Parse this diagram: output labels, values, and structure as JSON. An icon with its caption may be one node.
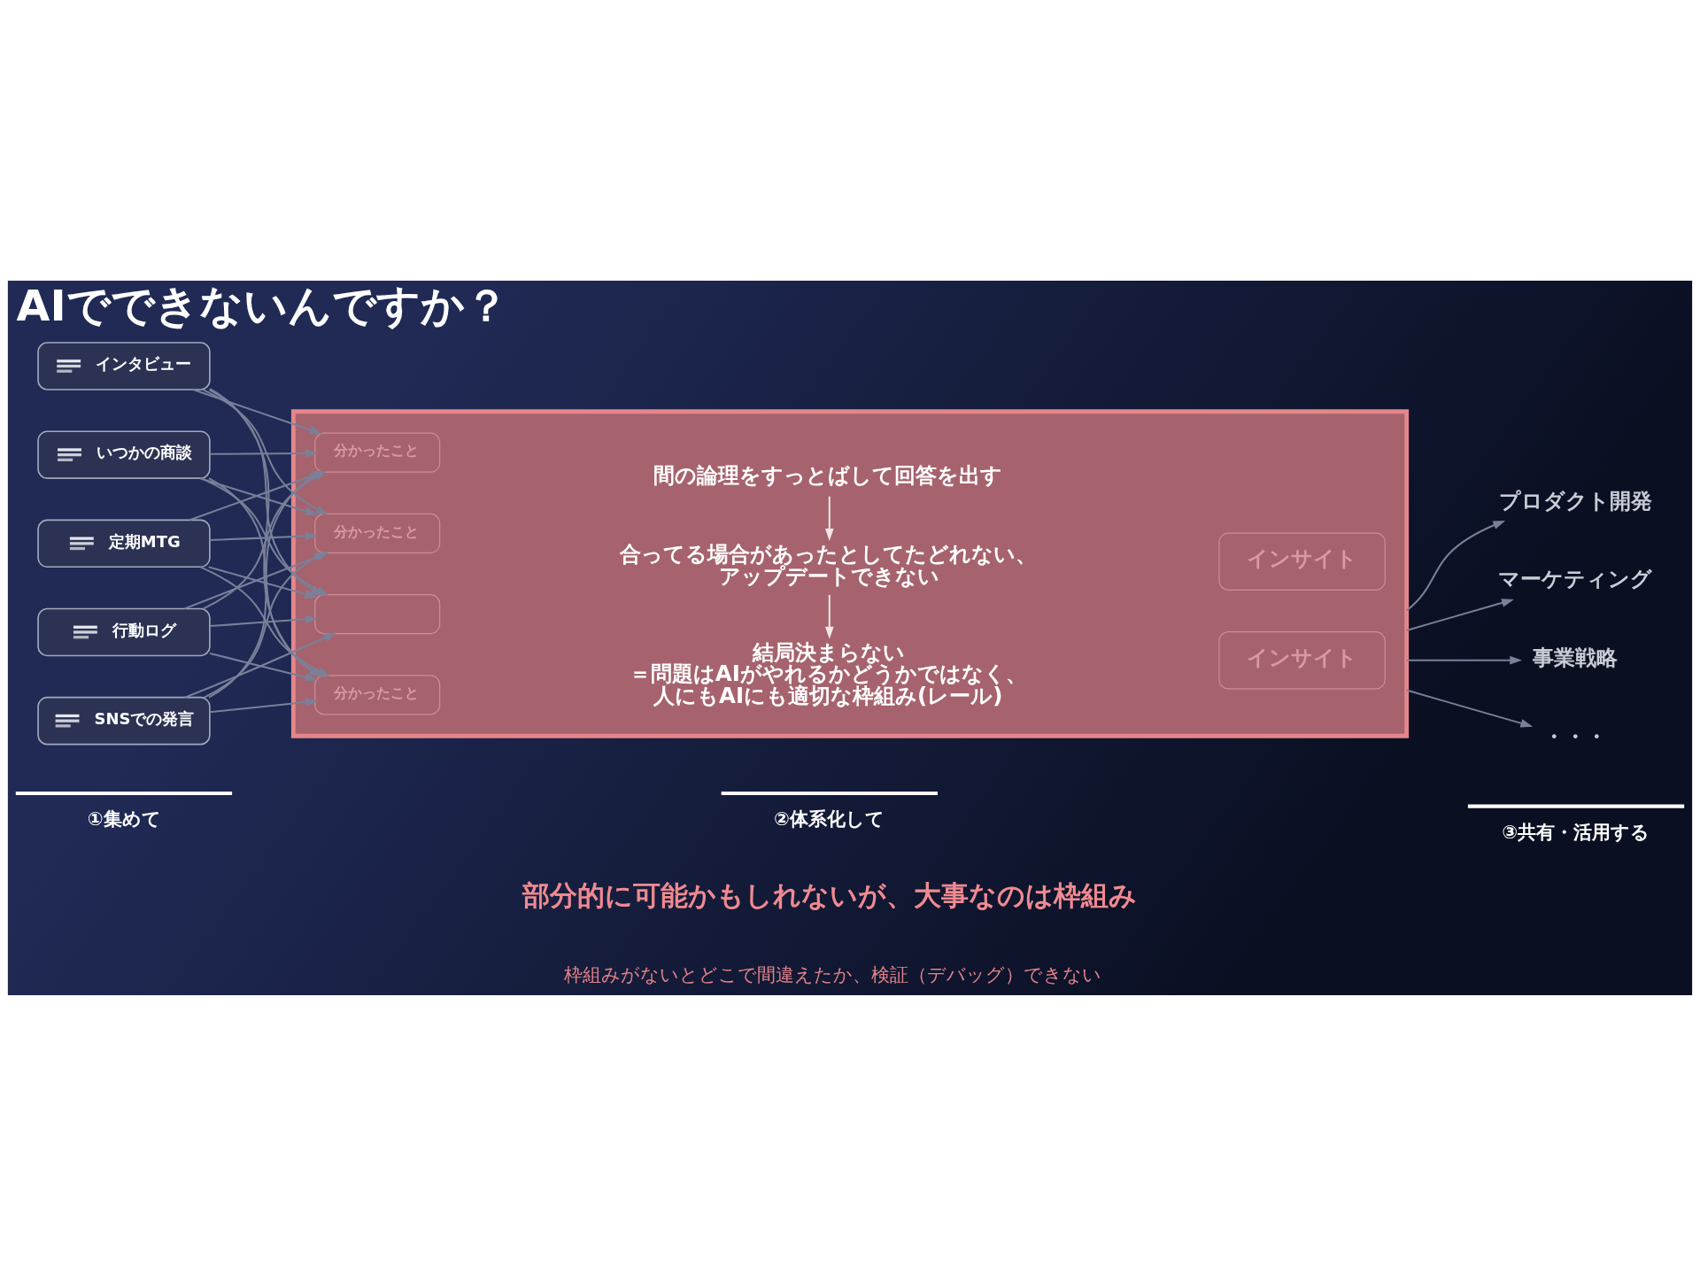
{
  "diagram": {
    "title": "AIでできないんですか？",
    "nodes": [
      {
        "text": [
          "インタビュー"
        ]
      },
      {
        "text": [
          "いつかの商談"
        ]
      },
      {
        "text": [
          "定期MTG"
        ]
      },
      {
        "text": [
          "行動ログ"
        ]
      },
      {
        "text": [
          "SNSでの発言"
        ]
      },
      {
        "text": [],
        "shape": "box"
      },
      {
        "text": [
          "間の論理をすっとばして回答を出す"
        ],
        "in": 5
      },
      {
        "text": [
          "合ってる場合があったとしてたどれない、アップデートできない"
        ],
        "in": 5
      },
      {
        "text": [
          "結局決まらない",
          "＝問題はAIがやれるかどうかではなく、人にもAIにも適切な枠組み(レール)"
        ],
        "in": 5
      },
      {
        "text": [],
        "shape": "box",
        "in": 5
      },
      {
        "text": [
          "分かったこと"
        ],
        "in": 5
      },
      {
        "text": [
          "分かったこと"
        ],
        "in": 5
      },
      {
        "text": [
          "分かったこと"
        ],
        "in": 5
      },
      {
        "text": [
          "インサイト"
        ],
        "in": 5
      },
      {
        "text": [
          "インサイト"
        ],
        "in": 5
      },
      {
        "text": [
          "プロダクト開発"
        ]
      },
      {
        "text": [
          "マーケティング"
        ]
      },
      {
        "text": [
          "事業戦略"
        ]
      },
      {
        "text": [
          "・・・"
        ]
      }
    ],
    "edges": [
      {
        "from": 0,
        "to": 9,
        "arrow": "to"
      },
      {
        "from": 0,
        "to": 10,
        "arrow": "to"
      },
      {
        "from": 0,
        "to": 11,
        "arrow": "to"
      },
      {
        "from": 0,
        "to": 12,
        "arrow": "to"
      },
      {
        "from": 1,
        "to": 9,
        "arrow": "to"
      },
      {
        "from": 1,
        "to": 10,
        "arrow": "to"
      },
      {
        "from": 1,
        "to": 11,
        "arrow": "to"
      },
      {
        "from": 1,
        "to": 12,
        "arrow": "to"
      },
      {
        "from": 2,
        "to": 9,
        "arrow": "to"
      },
      {
        "from": 2,
        "to": 10,
        "arrow": "to"
      },
      {
        "from": 2,
        "to": 11,
        "arrow": "to"
      },
      {
        "from": 2,
        "to": 12,
        "arrow": "to"
      },
      {
        "from": 3,
        "to": 9,
        "arrow": "to"
      },
      {
        "from": 3,
        "to": 10,
        "arrow": "to"
      },
      {
        "from": 3,
        "to": 11,
        "arrow": "to"
      },
      {
        "from": 3,
        "to": 12,
        "arrow": "to"
      },
      {
        "from": 4,
        "to": 9,
        "arrow": "to"
      },
      {
        "from": 4,
        "to": 10,
        "arrow": "to"
      },
      {
        "from": 4,
        "to": 11,
        "arrow": "to"
      },
      {
        "from": 4,
        "to": 12,
        "arrow": "to"
      },
      {
        "from": 6,
        "to": 7,
        "arrow": "to",
        "color": "#f3e6e8"
      },
      {
        "from": 7,
        "to": 8,
        "arrow": "to",
        "color": "#f3e6e8"
      },
      {
        "from": 5,
        "to": 15,
        "arrow": "to"
      },
      {
        "from": 5,
        "to": 16,
        "arrow": "to"
      },
      {
        "from": 5,
        "to": 17,
        "arrow": "to"
      },
      {
        "from": 5,
        "to": 18,
        "arrow": "to"
      }
    ],
    "labels": [
      "①集めて",
      "②体系化して",
      "③共有・活用する",
      "部分的に可能かもしれないが、大事なのは枠組み",
      "枠組みがないとどこで間違えたか、検証（デバッグ）できない"
    ]
  }
}
